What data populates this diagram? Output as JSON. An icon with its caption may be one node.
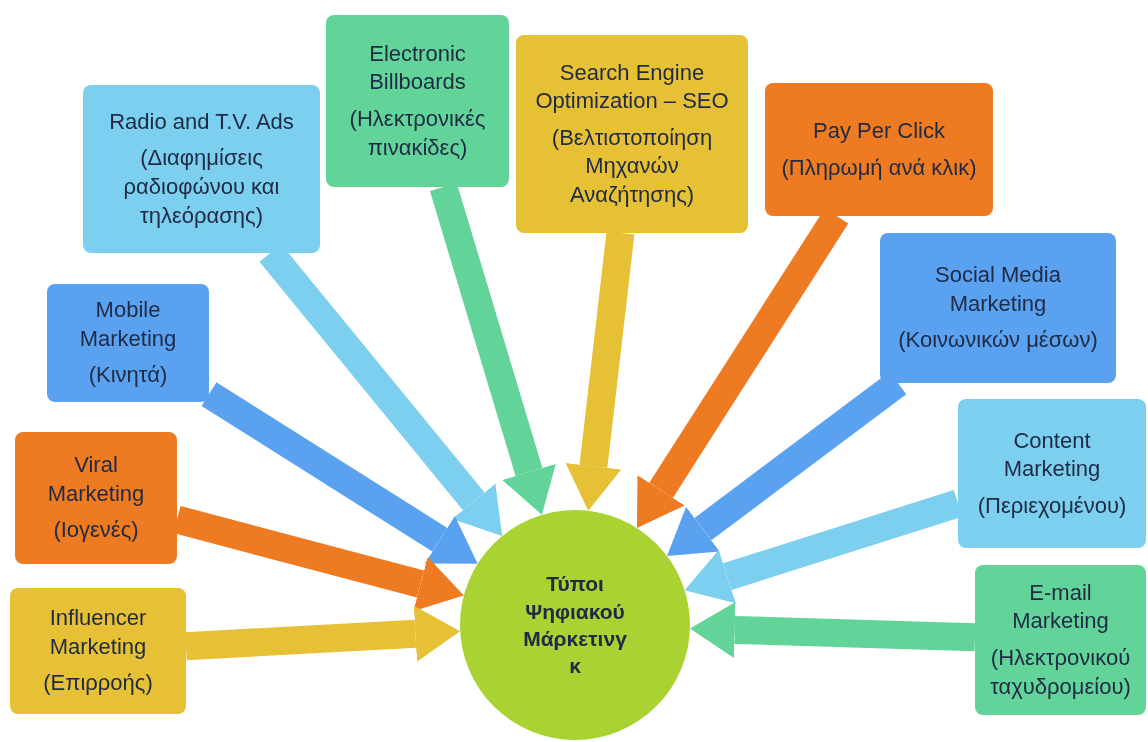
{
  "diagram": {
    "nodes": [
      {
        "text": [
          "Radio and T.V. Ads",
          "(Διαφημίσεις ραδιοφώνου και τηλεόρασης)"
        ]
      },
      {
        "text": [
          "Electronic Billboards",
          "(Ηλεκτρονικές πινακίδες)"
        ]
      },
      {
        "text": [
          "Search Engine Optimization – SEO",
          "(Βελτιστοποίηση Μηχανών Αναζήτησης)"
        ]
      },
      {
        "text": [
          "Pay Per Click",
          "(Πληρωμή ανά κλικ)"
        ]
      },
      {
        "text": [
          "Mobile Marketing",
          "(Κινητά)"
        ]
      },
      {
        "text": [
          "Social Media Marketing",
          "(Κοινωνικών μέσων)"
        ]
      },
      {
        "text": [
          "Viral Marketing",
          "(Ιογενές)"
        ]
      },
      {
        "text": [
          "Content Marketing",
          "(Περιεχομένου)"
        ]
      },
      {
        "text": [
          "Influencer Marketing",
          "(Επιρροής)"
        ]
      },
      {
        "text": [
          "E-mail Marketing",
          "(Ηλεκτρονικού ταχυδρομείου)"
        ]
      },
      {
        "text": [
          "Τύποι Ψηφιακού Μάρκετινγ κ"
        ]
      }
    ],
    "edges": [
      {
        "from": 0,
        "to": 10,
        "arrow": "to",
        "color": "#7ccfee"
      },
      {
        "from": 1,
        "to": 10,
        "arrow": "to",
        "color": "#62d49a"
      },
      {
        "from": 2,
        "to": 10,
        "arrow": "to",
        "color": "#e6c035"
      },
      {
        "from": 3,
        "to": 10,
        "arrow": "to",
        "color": "#ee7a22"
      },
      {
        "from": 4,
        "to": 10,
        "arrow": "to",
        "color": "#5aa2f0"
      },
      {
        "from": 5,
        "to": 10,
        "arrow": "to",
        "color": "#5aa2f0"
      },
      {
        "from": 6,
        "to": 10,
        "arrow": "to",
        "color": "#ee7a22"
      },
      {
        "from": 7,
        "to": 10,
        "arrow": "to",
        "color": "#7ccfee"
      },
      {
        "from": 8,
        "to": 10,
        "arrow": "to",
        "color": "#e6c035"
      },
      {
        "from": 9,
        "to": 10,
        "arrow": "to",
        "color": "#62d49a"
      }
    ]
  }
}
